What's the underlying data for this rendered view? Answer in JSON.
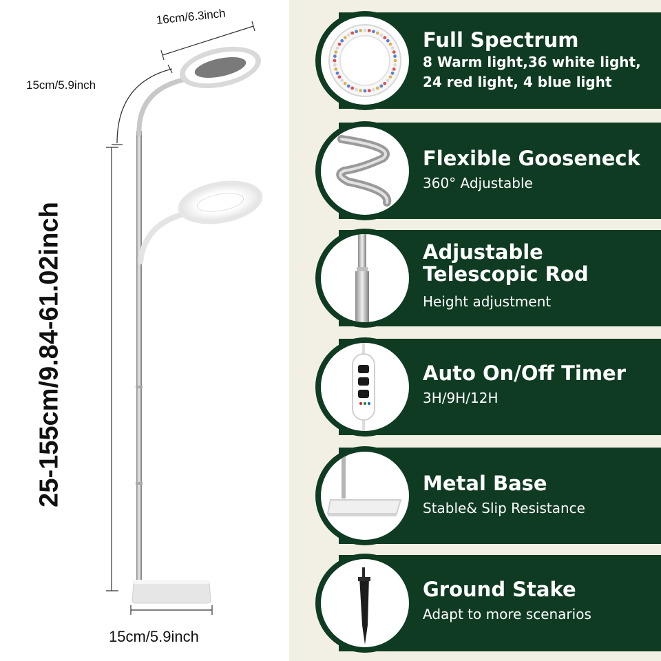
{
  "dimensions": {
    "ring_diameter": "16cm/6.3inch",
    "gooseneck_length": "15cm/5.9inch",
    "base_width": "15cm/5.9inch",
    "height_range": "25-155cm/9.84-61.02inch"
  },
  "features": [
    {
      "title": "Full Spectrum",
      "desc_lines": [
        "8 Warm light,36 white light,",
        "24 red light, 4 blue light"
      ],
      "icon": "led-ring-icon"
    },
    {
      "title": "Flexible Gooseneck",
      "desc_lines": [
        "360° Adjustable"
      ],
      "icon": "gooseneck-coil-icon"
    },
    {
      "title_lines": [
        "Adjustable",
        "Telescopic Rod"
      ],
      "desc_lines": [
        "Height adjustment"
      ],
      "icon": "telescopic-rod-icon"
    },
    {
      "title": "Auto On/Off Timer",
      "desc_lines": [
        "3H/9H/12H"
      ],
      "icon": "timer-controller-icon"
    },
    {
      "title": "Metal Base",
      "desc_lines": [
        "Stable& Slip Resistance"
      ],
      "icon": "metal-base-icon"
    },
    {
      "title": "Ground Stake",
      "desc_lines": [
        "Adapt to more scenarios"
      ],
      "icon": "ground-stake-icon"
    }
  ],
  "colors": {
    "panel_green": "#0f3b22",
    "panel_background": "#f2efe4",
    "text_light": "#ffffff"
  }
}
